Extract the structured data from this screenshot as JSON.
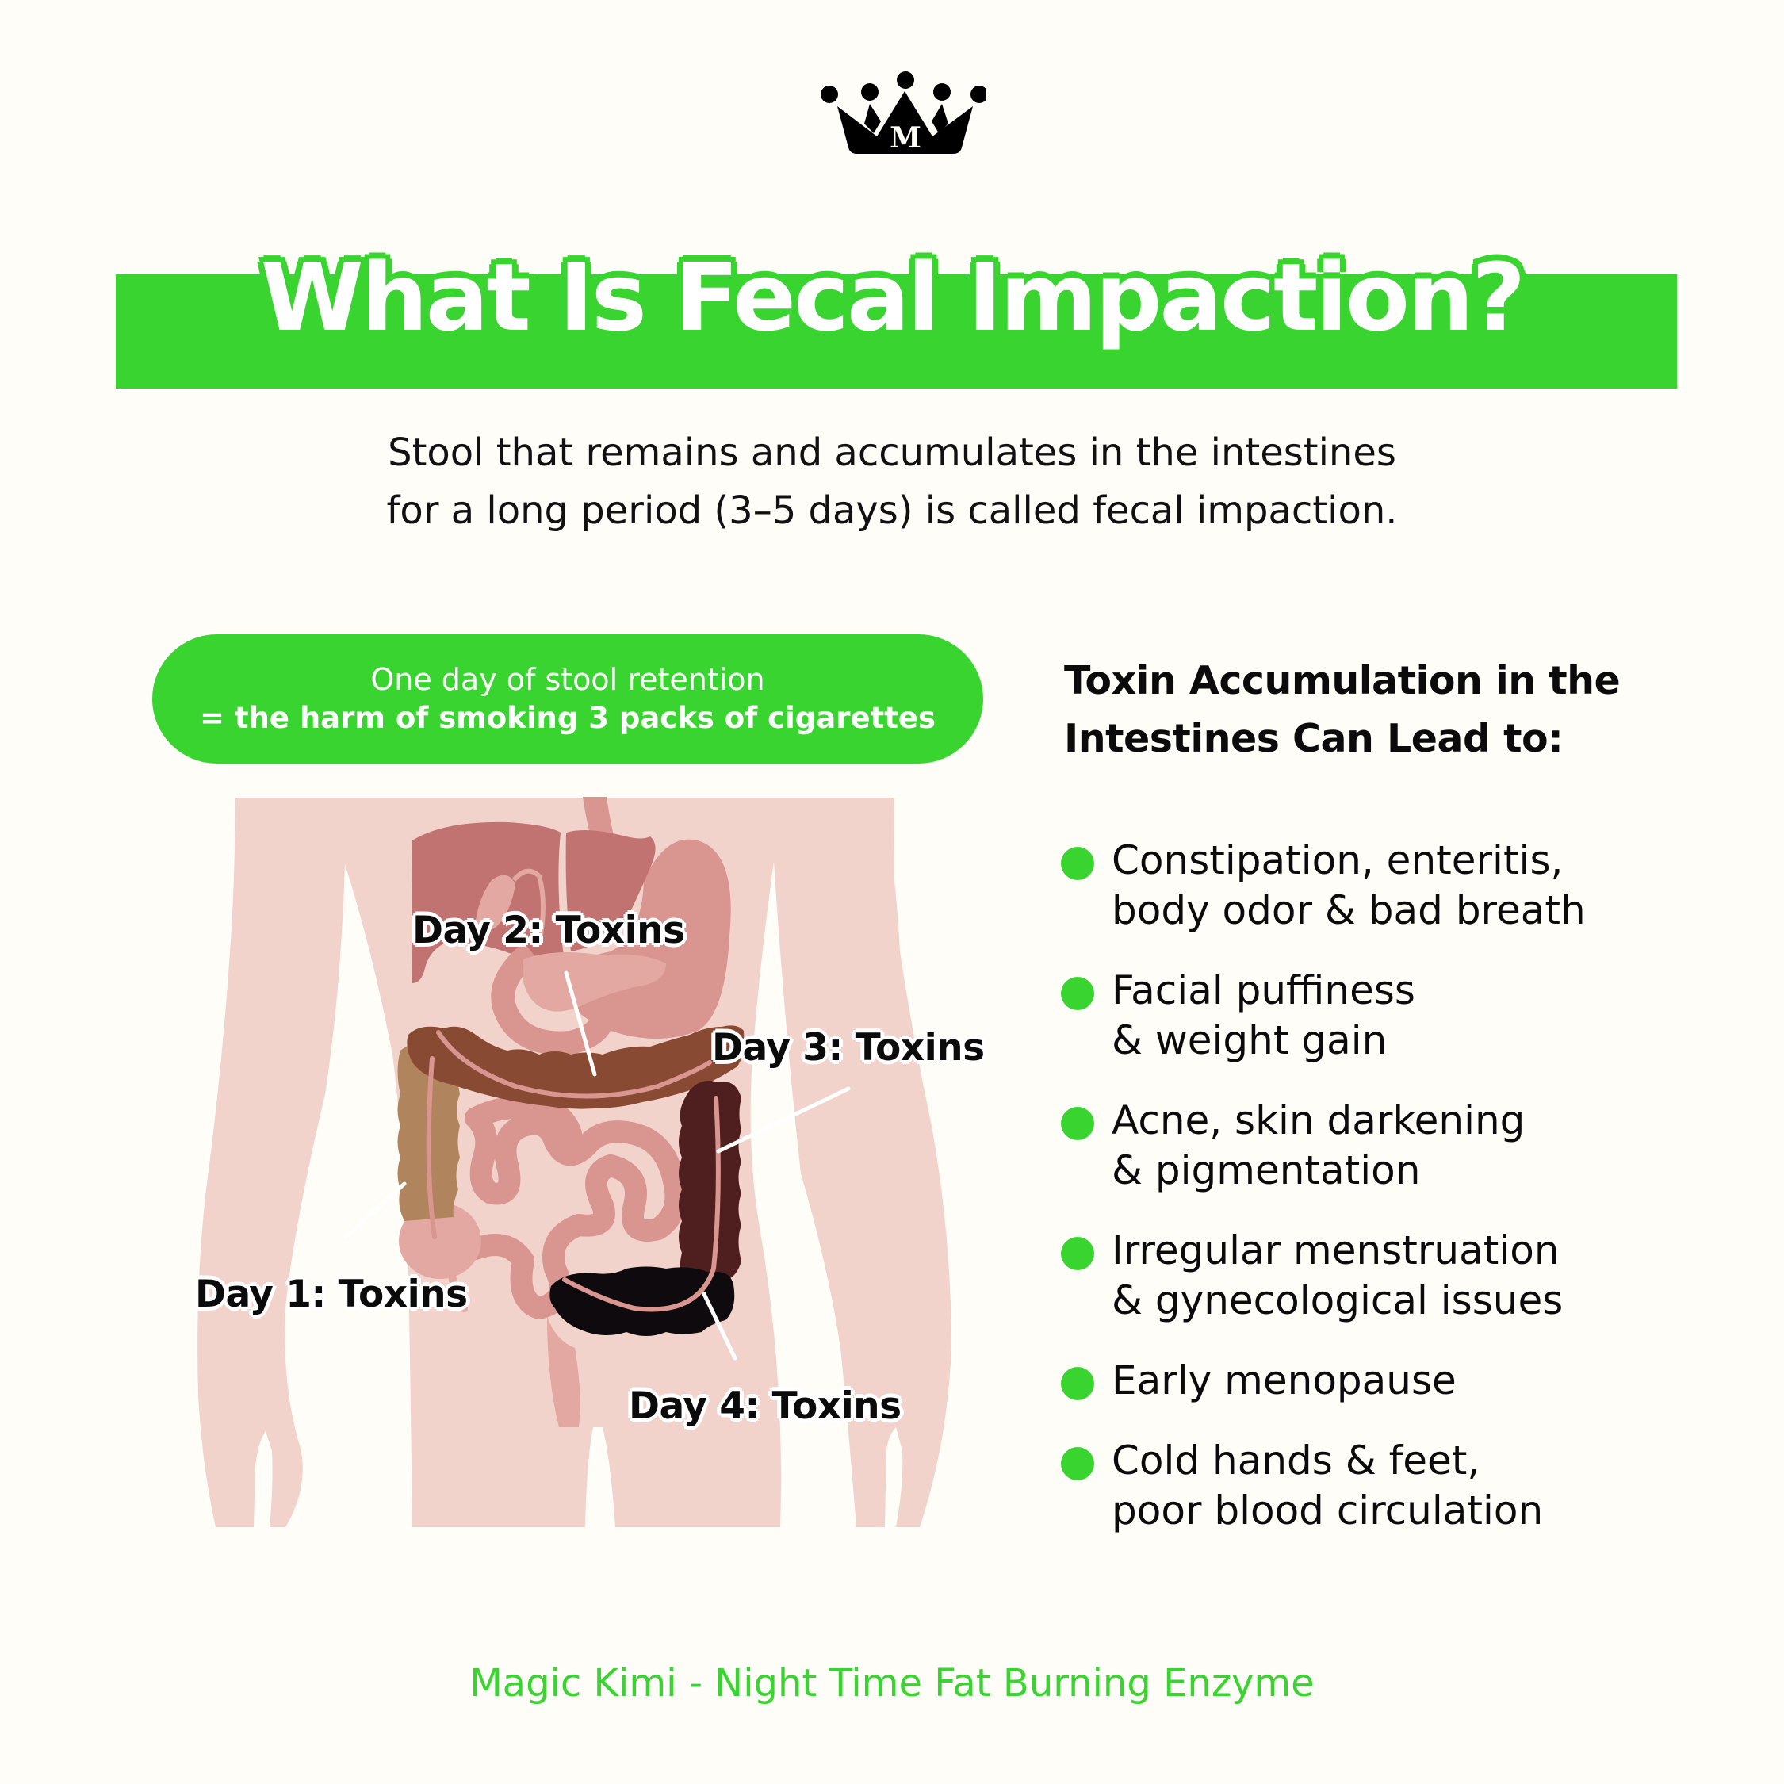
{
  "brand": {
    "logo_icon": "crown-icon",
    "logo_letter": "M"
  },
  "title": "What Is Fecal Impaction?",
  "subtitle": {
    "line1": "Stool that remains and accumulates in the intestines",
    "line2": "for a long period (3–5 days) is called fecal impaction."
  },
  "callout": {
    "line1": "One day of stool retention",
    "line2": "= the harm of smoking 3 packs of cigarettes"
  },
  "illustration": {
    "labels": {
      "day1": "Day 1: Toxins",
      "day2": "Day 2: Toxins",
      "day3": "Day 3: Toxins",
      "day4": "Day 4: Toxins"
    },
    "colors": {
      "body": "#F2D3CB",
      "liver": "#C07371",
      "stomach": "#D9958F",
      "small_intestine": "#D9958F",
      "cecum": "#E3A8A1",
      "ascending_colon": "#B0845C",
      "transverse_colon": "#884A33",
      "descending_colon": "#4F1F1F",
      "sigmoid_colon": "#0F0A0E",
      "rectum": "#E3A8A1"
    }
  },
  "effects": {
    "heading_line1": "Toxin Accumulation in the",
    "heading_line2": "Intestines Can Lead to:",
    "items": [
      {
        "line1": "Constipation, enteritis,",
        "line2": "body odor & bad breath"
      },
      {
        "line1": "Facial puffiness",
        "line2": "& weight gain"
      },
      {
        "line1": "Acne, skin darkening",
        "line2": "& pigmentation"
      },
      {
        "line1": "Irregular menstruation",
        "line2": "& gynecological issues"
      },
      {
        "line1": "Early menopause",
        "line2": ""
      },
      {
        "line1": "Cold hands & feet,",
        "line2": "poor blood circulation"
      }
    ]
  },
  "footer": "Magic Kimi - Night Time Fat Burning Enzyme",
  "theme": {
    "accent_green": "#3AD431",
    "background": "#FEFDF8",
    "text": "#0B0B0B"
  }
}
